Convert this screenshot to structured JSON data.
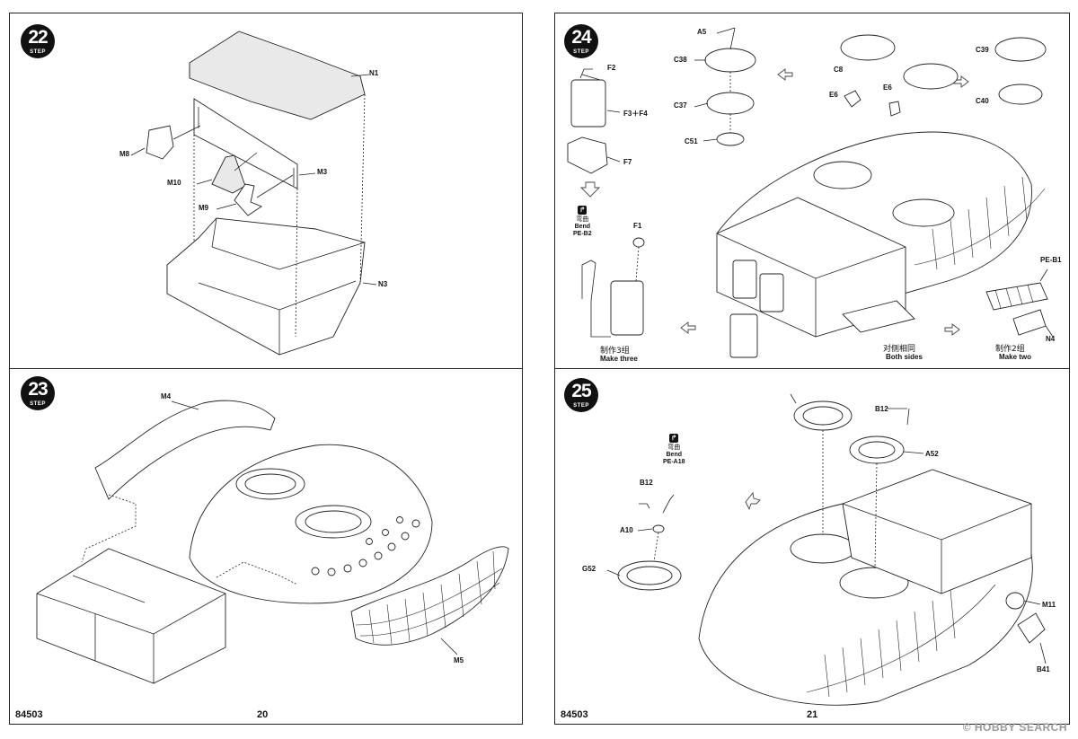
{
  "left_page": {
    "number": "20",
    "product_code": "84503",
    "step_top": {
      "step": "22",
      "step_word": "STEP",
      "parts": {
        "n1": "N1",
        "m8": "M8",
        "m10": "M10",
        "m3": "M3",
        "m9": "M9",
        "n3": "N3"
      }
    },
    "step_bottom": {
      "step": "23",
      "step_word": "STEP",
      "parts": {
        "m4": "M4",
        "m5": "M5"
      }
    }
  },
  "right_page": {
    "number": "21",
    "product_code": "84503",
    "step_top": {
      "step": "24",
      "step_word": "STEP",
      "parts": {
        "f2": "F2",
        "f3f4": "F3＋F4",
        "f7": "F7",
        "f1": "F1",
        "a5": "A5",
        "c38": "C38",
        "c37": "C37",
        "c51": "C51",
        "c8": "C8",
        "e6a": "E6",
        "e6b": "E6",
        "c39": "C39",
        "c40": "C40",
        "pe_b1": "PE-B1",
        "n4": "N4"
      },
      "bend": {
        "cn": "弯曲",
        "en": "Bend",
        "part": "PE-B2"
      },
      "notes": {
        "make_three_cn": "制作3组",
        "make_three_en": "Make three",
        "both_sides_cn": "对侧相同",
        "both_sides_en": "Both sides",
        "make_two_cn": "制作2组",
        "make_two_en": "Make two"
      }
    },
    "step_bottom": {
      "step": "25",
      "step_word": "STEP",
      "parts": {
        "b12a": "B12",
        "a52": "A52",
        "b12b": "B12",
        "a10": "A10",
        "g52": "G52",
        "m11": "M11",
        "b41": "B41"
      },
      "bend": {
        "cn": "弯曲",
        "en": "Bend",
        "part": "PE-A18"
      }
    }
  },
  "watermark": "© HOBBY SEARCH",
  "icons": {
    "step": "step-badge-icon",
    "bend": "bend-icon",
    "arrow": "direction-arrow-icon"
  }
}
